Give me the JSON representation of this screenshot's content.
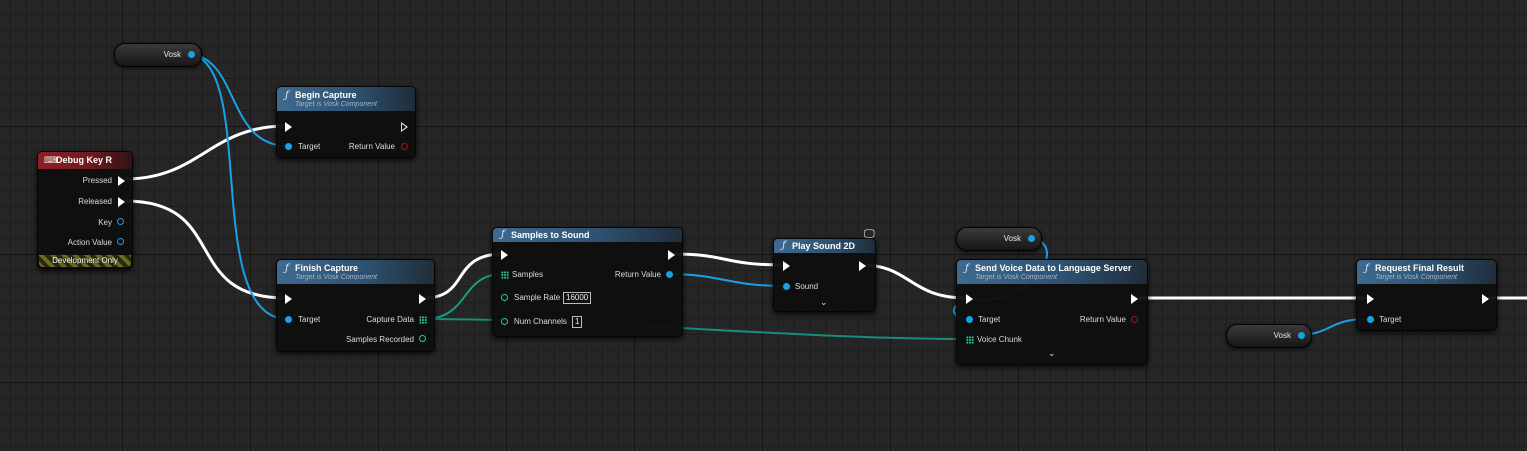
{
  "colors": {
    "object_pin": "#1aa0e6",
    "array_pin": "#2ac8a0",
    "return_bool_pin": "#b01010",
    "function_header": "#3e6a8e",
    "event_header": "#8e1f24",
    "exec_wire": "#ffffff"
  },
  "icons": {
    "function": "f",
    "keyboard": "keyboard-icon",
    "monitor": "monitor-icon",
    "chevron": "chevron-down-icon"
  },
  "variables": {
    "vosk_1": "Vosk",
    "vosk_2": "Vosk",
    "vosk_3": "Vosk"
  },
  "debug_key": {
    "title": "Debug Key R",
    "pressed": "Pressed",
    "released": "Released",
    "key": "Key",
    "action_value": "Action Value",
    "dev_only": "Development Only"
  },
  "begin_capture": {
    "title": "Begin Capture",
    "subtitle": "Target is Vosk Component",
    "target": "Target",
    "return_value": "Return Value"
  },
  "finish_capture": {
    "title": "Finish Capture",
    "subtitle": "Target is Vosk Component",
    "target": "Target",
    "capture_data": "Capture Data",
    "samples_recorded": "Samples Recorded"
  },
  "samples_to_sound": {
    "title": "Samples to Sound",
    "samples": "Samples",
    "return_value": "Return Value",
    "sample_rate": "Sample Rate",
    "sample_rate_value": "16000",
    "num_channels": "Num Channels",
    "num_channels_value": "1"
  },
  "play_sound": {
    "title": "Play Sound 2D",
    "sound": "Sound"
  },
  "send_voice": {
    "title": "Send Voice Data to Language Server",
    "subtitle": "Target is Vosk Component",
    "target": "Target",
    "return_value": "Return Value",
    "voice_chunk": "Voice Chunk"
  },
  "request_final": {
    "title": "Request Final Result",
    "subtitle": "Target is Vosk Component",
    "target": "Target"
  }
}
